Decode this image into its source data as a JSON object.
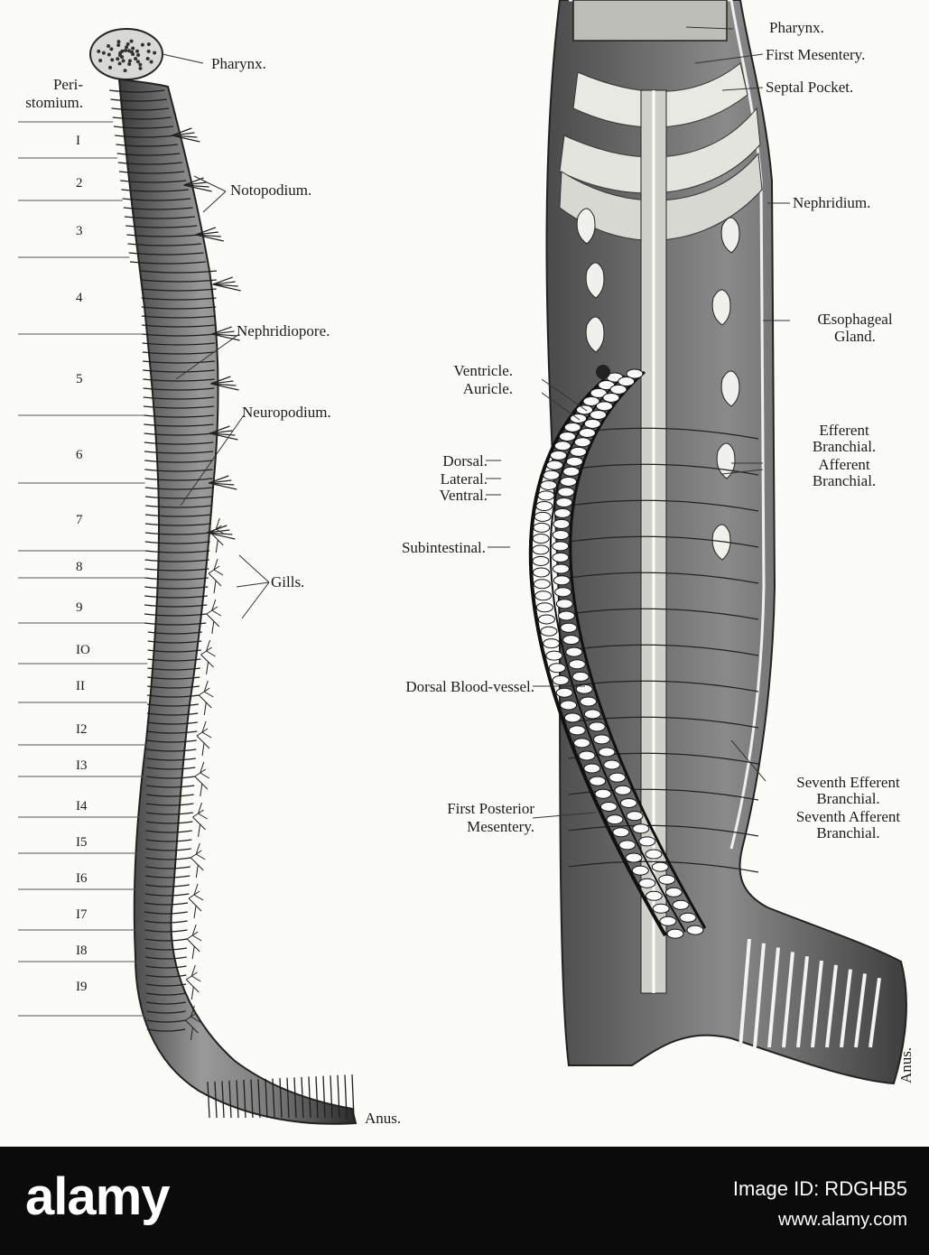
{
  "left_figure": {
    "labels": {
      "pharynx": "Pharynx.",
      "peristomium": "Peri-\nstomium.",
      "notopodium": "Notopodium.",
      "nephridiopore": "Nephridiopore.",
      "neuropodium": "Neuropodium.",
      "gills": "Gills.",
      "anus": "Anus."
    },
    "segment_numbers": [
      "I",
      "2",
      "3",
      "4",
      "5",
      "6",
      "7",
      "8",
      "9",
      "IO",
      "II",
      "I2",
      "I3",
      "I4",
      "I5",
      "I6",
      "I7",
      "I8",
      "I9"
    ]
  },
  "right_figure": {
    "labels": {
      "pharynx": "Pharynx.",
      "first_mesentery": "First Mesentery.",
      "septal_pocket": "Septal Pocket.",
      "nephridium": "Nephridium.",
      "oesophageal_gland": "Œsophageal\nGland.",
      "ventricle": "Ventricle.",
      "auricle": "Auricle.",
      "efferent_branchial": "Efferent\nBranchial.",
      "afferent_branchial": "Afferent\nBranchial.",
      "dorsal": "Dorsal.",
      "lateral": "Lateral.",
      "ventral": "Ventral.",
      "subintestinal": "Subintestinal.",
      "seventh_efferent": "Seventh Efferent\nBranchial.",
      "seventh_afferent": "Seventh Afferent\nBranchial.",
      "dorsal_blood_vessel": "Dorsal Blood-vessel.",
      "first_posterior_mesentery": "First Posterior\nMesentery.",
      "anus": "Anus."
    }
  },
  "footer": {
    "brand": "alamy",
    "image_id": "Image ID: RDGHB5",
    "url": "www.alamy.com"
  }
}
